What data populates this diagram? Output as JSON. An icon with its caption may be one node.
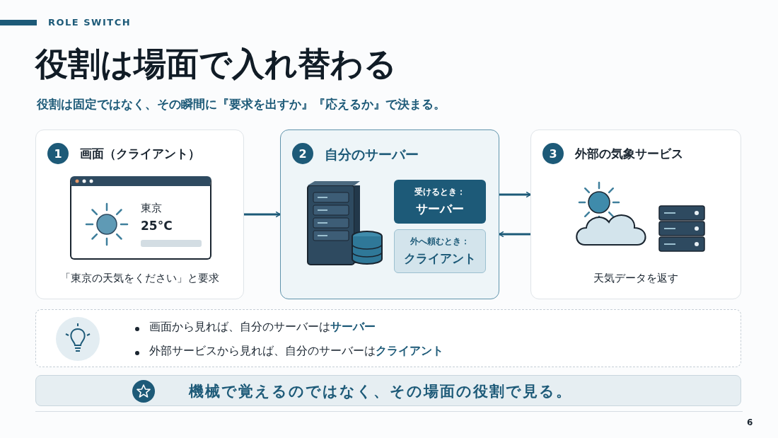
{
  "diagram": {
    "title": "役割は場面で入れ替わる",
    "nodes": [
      {
        "text": [
          "1",
          "画面（クライアント）",
          "「東京の天気をください」と要求"
        ]
      },
      {
        "text": [
          "東京",
          "25°C"
        ],
        "in": 0
      },
      {
        "text": [
          "2",
          "自分のサーバー"
        ]
      },
      {
        "text": [
          "受けるとき：",
          "サーバー"
        ],
        "in": 2
      },
      {
        "text": [
          "外へ頼むとき：",
          "クライアント"
        ],
        "in": 2
      },
      {
        "text": [
          "3",
          "外部の気象サービス",
          "天気データを返す"
        ]
      },
      {
        "text": [
          "画面から見れば、自分のサーバーは**サーバー**",
          "外部サービスから見れば、自分のサーバーは**クライアント**"
        ]
      },
      {
        "text": [
          "機械で覚えるのではなく、その場面の役割で見る。"
        ]
      }
    ],
    "edges": [
      {
        "from": 0,
        "to": 2,
        "arrow": "to"
      },
      {
        "from": 2,
        "to": 5,
        "arrow": "to"
      },
      {
        "from": 5,
        "to": 2,
        "arrow": "to"
      }
    ],
    "labels": [
      "ROLE SWITCH",
      "役割は固定ではなく、その瞬間に『要求を出すか』『応えるか』で決まる。",
      "6"
    ]
  }
}
